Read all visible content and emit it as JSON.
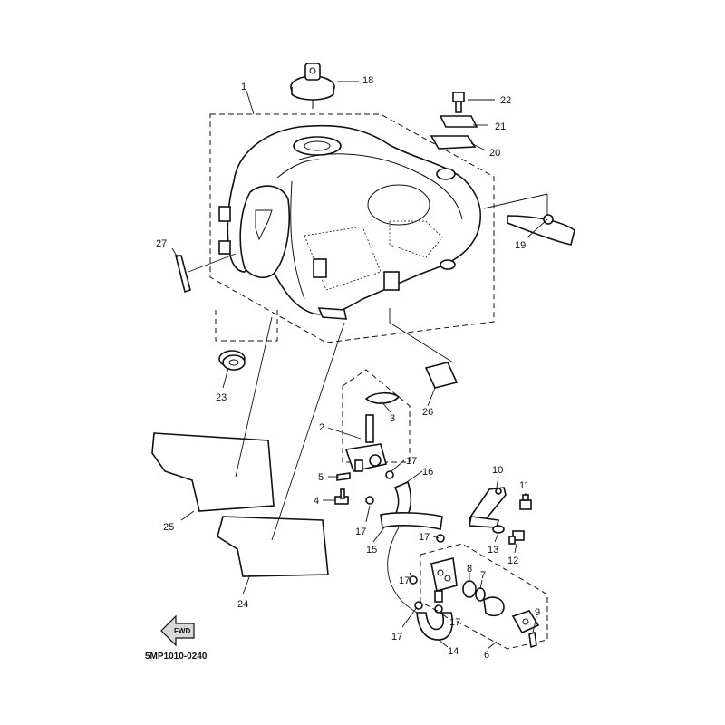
{
  "diagram": {
    "drawing_code": "5MP1010-0240",
    "fwd_label": "FWD",
    "callouts": [
      {
        "id": "c1",
        "text": "1"
      },
      {
        "id": "c2",
        "text": "2"
      },
      {
        "id": "c3",
        "text": "3"
      },
      {
        "id": "c4",
        "text": "4"
      },
      {
        "id": "c5",
        "text": "5"
      },
      {
        "id": "c6",
        "text": "6"
      },
      {
        "id": "c7",
        "text": "7"
      },
      {
        "id": "c8",
        "text": "8"
      },
      {
        "id": "c9",
        "text": "9"
      },
      {
        "id": "c10",
        "text": "10"
      },
      {
        "id": "c11",
        "text": "11"
      },
      {
        "id": "c12",
        "text": "12"
      },
      {
        "id": "c13",
        "text": "13"
      },
      {
        "id": "c14",
        "text": "14"
      },
      {
        "id": "c15",
        "text": "15"
      },
      {
        "id": "c16",
        "text": "16"
      },
      {
        "id": "c17a",
        "text": "17"
      },
      {
        "id": "c17b",
        "text": "17"
      },
      {
        "id": "c17c",
        "text": "17"
      },
      {
        "id": "c17d",
        "text": "17"
      },
      {
        "id": "c17e",
        "text": "17"
      },
      {
        "id": "c17f",
        "text": "17"
      },
      {
        "id": "c18",
        "text": "18"
      },
      {
        "id": "c19",
        "text": "19"
      },
      {
        "id": "c20",
        "text": "20"
      },
      {
        "id": "c21",
        "text": "21"
      },
      {
        "id": "c22",
        "text": "22"
      },
      {
        "id": "c23",
        "text": "23"
      },
      {
        "id": "c24",
        "text": "24"
      },
      {
        "id": "c25",
        "text": "25"
      },
      {
        "id": "c26",
        "text": "26"
      },
      {
        "id": "c27",
        "text": "27"
      }
    ]
  }
}
